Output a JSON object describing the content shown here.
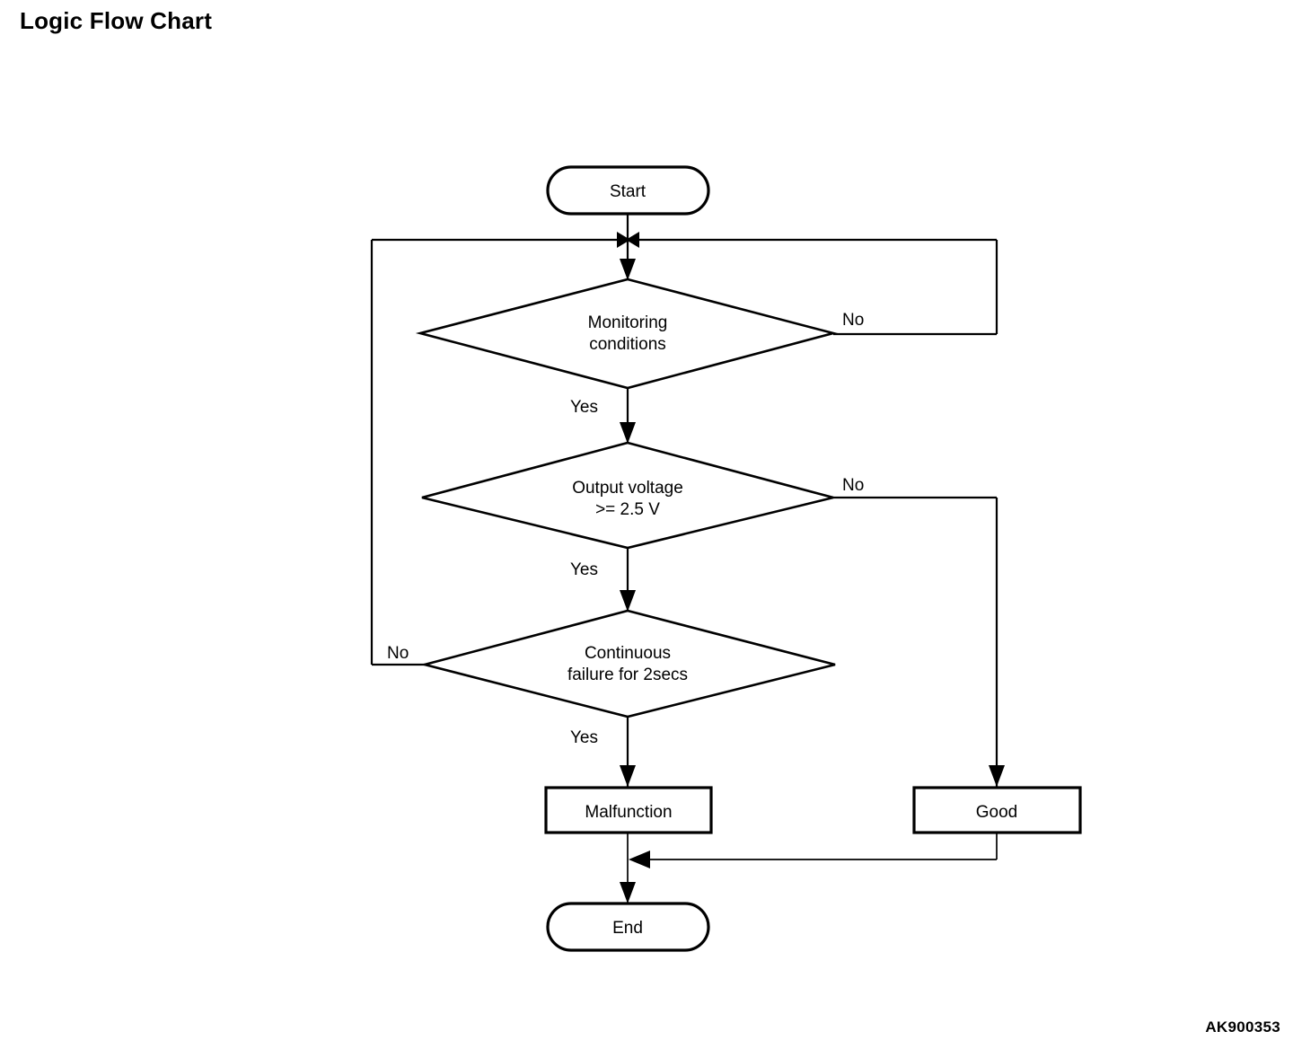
{
  "page": {
    "title": "Logic Flow Chart",
    "figure_code": "AK900353",
    "background_color": "#ffffff",
    "line_color": "#000000"
  },
  "chart_data": {
    "type": "diagram",
    "diagram_kind": "flowchart",
    "title": "Logic Flow Chart",
    "nodes": [
      {
        "id": "start",
        "shape": "terminator",
        "label": "Start"
      },
      {
        "id": "monitoring",
        "shape": "decision",
        "label": "Monitoring conditions",
        "line1": "Monitoring",
        "line2": "conditions"
      },
      {
        "id": "voltage",
        "shape": "decision",
        "label": "Output voltage >= 2.5 V",
        "line1": "Output voltage",
        "line2": ">= 2.5 V"
      },
      {
        "id": "continuous",
        "shape": "decision",
        "label": "Continuous failure for 2secs",
        "line1": "Continuous",
        "line2": "failure for 2secs"
      },
      {
        "id": "malfunction",
        "shape": "process",
        "label": "Malfunction"
      },
      {
        "id": "good",
        "shape": "process",
        "label": "Good"
      },
      {
        "id": "end",
        "shape": "terminator",
        "label": "End"
      }
    ],
    "edges": [
      {
        "from": "start",
        "to": "monitoring",
        "label": ""
      },
      {
        "from": "monitoring",
        "to": "voltage",
        "label": "Yes"
      },
      {
        "from": "monitoring",
        "to": "monitoring",
        "label": "No",
        "route": "right-loop-to-top"
      },
      {
        "from": "voltage",
        "to": "continuous",
        "label": "Yes"
      },
      {
        "from": "voltage",
        "to": "good",
        "label": "No",
        "route": "right-down"
      },
      {
        "from": "continuous",
        "to": "malfunction",
        "label": "Yes"
      },
      {
        "from": "continuous",
        "to": "monitoring",
        "label": "No",
        "route": "left-loop-to-top"
      },
      {
        "from": "malfunction",
        "to": "end",
        "label": ""
      },
      {
        "from": "good",
        "to": "end",
        "label": "",
        "route": "down-left-merge"
      }
    ],
    "labels": {
      "yes": "Yes",
      "no": "No"
    }
  }
}
